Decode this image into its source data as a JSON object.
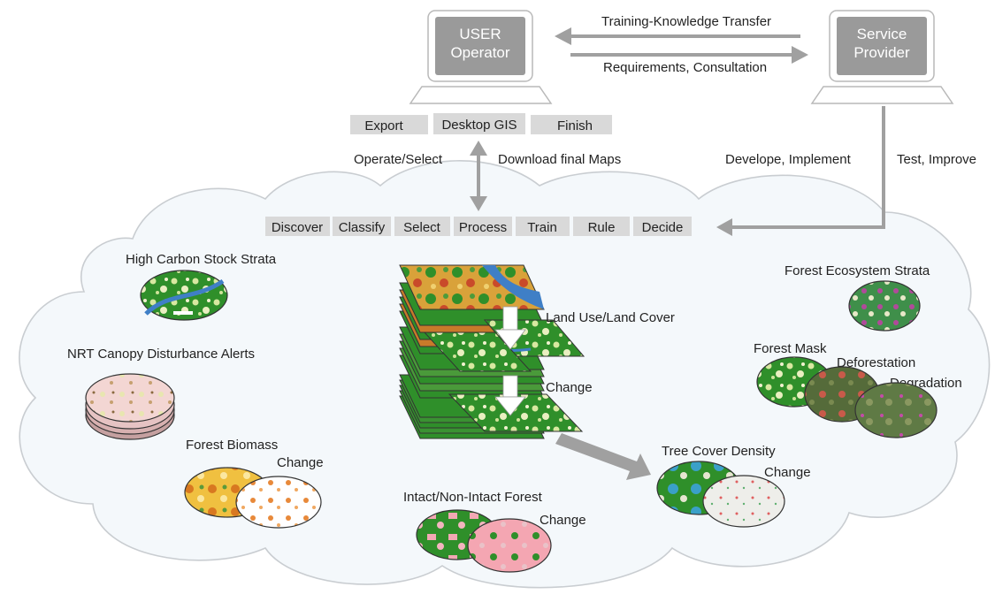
{
  "user_terminal": {
    "line1": "USER",
    "line2": "Operator"
  },
  "provider_terminal": {
    "line1": "Service",
    "line2": "Provider"
  },
  "arrows": {
    "transfer": "Training-Knowledge Transfer",
    "requirements": "Requirements, Consultation",
    "operate": "Operate/Select",
    "download": "Download final Maps",
    "develope": "Develope, Implement",
    "test": "Test, Improve"
  },
  "desktop_menu": [
    "Export",
    "Desktop GIS",
    "Finish"
  ],
  "cloud_menu": [
    "Discover",
    "Classify",
    "Select",
    "Process",
    "Train",
    "Rule",
    "Decide"
  ],
  "products": {
    "hcs": "High Carbon Stock Strata",
    "nrt": "NRT Canopy Disturbance Alerts",
    "biomass": "Forest Biomass",
    "biomass_change": "Change",
    "lulc": "Land Use/Land Cover",
    "stack_change": "Change",
    "intact": "Intact/Non-Intact Forest",
    "intact_change": "Change",
    "tcd": "Tree Cover Density",
    "tcd_change": "Change",
    "fes": "Forest Ecosystem Strata",
    "mask": "Forest Mask",
    "deforestation": "Deforestation",
    "degradation": "Degradation"
  },
  "colors": {
    "cloud_fill": "#f4f8fb",
    "cloud_stroke": "#c9cdd1",
    "monitor": "#9a9a9a",
    "arrow": "#a0a0a0",
    "button_bg": "#d9d9d9",
    "forest": "#2e8a2a",
    "cropland": "#e0a030",
    "water": "#3f7fc6"
  },
  "icons": [
    "monitor-icon",
    "map-stack-icon",
    "map-disc-icon",
    "arrow-icon"
  ]
}
